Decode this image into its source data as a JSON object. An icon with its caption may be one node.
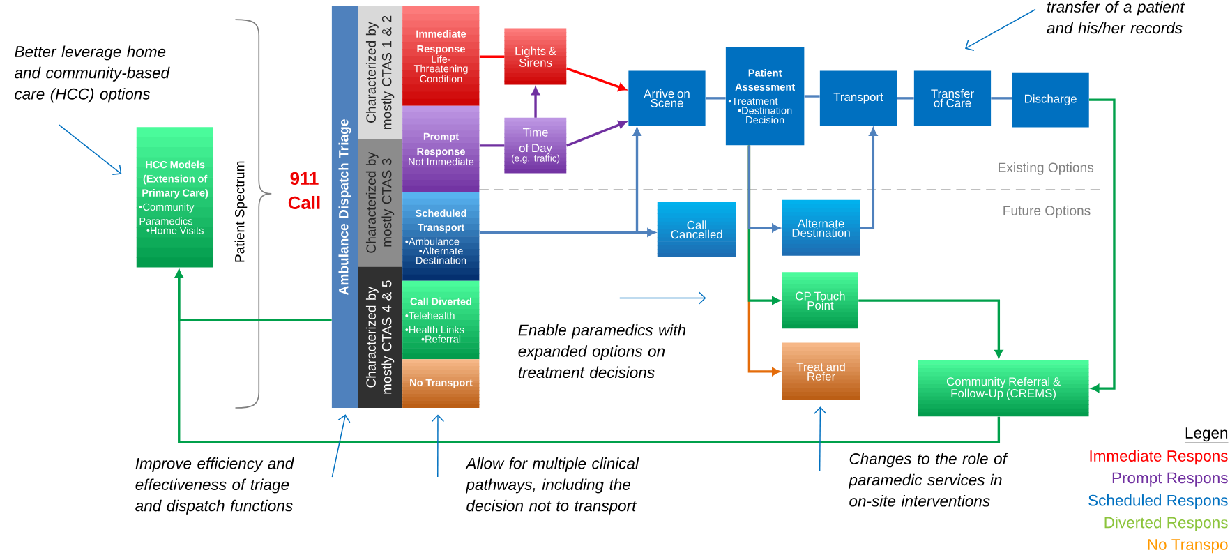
{
  "diagram": {
    "nodes": [
      {
        "text": [
          "Better leverage home and community-based care (HCC) options"
        ]
      },
      {
        "text": [
          "HCC Models (Extension of Primary Care)",
          "•Community Paramedics",
          "•Home Visits"
        ]
      },
      {
        "text": [
          "Ambulance Dispatch Triage"
        ]
      },
      {
        "text": [
          "Characterized by mostly CTAS 1 & 2"
        ]
      },
      {
        "text": [
          "Characterized by mostly CTAS 3"
        ]
      },
      {
        "text": [
          "Characterized by mostly CTAS 4 & 5"
        ]
      },
      {
        "text": [
          "Immediate Response",
          "Life-Threatening Condition"
        ]
      },
      {
        "text": [
          "Prompt Response",
          "Not Immediate"
        ]
      },
      {
        "text": [
          "Scheduled Transport",
          "•Ambulance",
          "•Alternate Destination"
        ]
      },
      {
        "text": [
          "Call Diverted",
          "•Telehealth",
          "•Health Links",
          "•Referral"
        ]
      },
      {
        "text": [
          "No Transport"
        ]
      },
      {
        "text": [
          "Lights & Sirens"
        ]
      },
      {
        "text": [
          "Time of Day",
          "(e.g. traffic)"
        ]
      },
      {
        "text": [
          "Arrive on Scene"
        ]
      },
      {
        "text": [
          "Patient Assessment",
          "•Treatment",
          "•Destination Decision"
        ]
      },
      {
        "text": [
          "Transport"
        ]
      },
      {
        "text": [
          "Transfer of Care"
        ]
      },
      {
        "text": [
          "Discharge"
        ]
      },
      {
        "text": [
          "Call Cancelled"
        ]
      },
      {
        "text": [
          "Alternate Destination"
        ]
      },
      {
        "text": [
          "CP Touch Point"
        ]
      },
      {
        "text": [
          "Treat and Refer"
        ]
      },
      {
        "text": [
          "Community Referral & Follow-Up (CREMS)"
        ]
      },
      {
        "text": [
          "Enable paramedics with expanded options on treatment decisions"
        ]
      },
      {
        "text": [
          "Improve efficiency and effectiveness of triage and dispatch functions"
        ]
      },
      {
        "text": [
          "Allow for multiple clinical pathways, including the decision not to transport"
        ]
      },
      {
        "text": [
          "Changes to the role of paramedic services in on-site interventions"
        ]
      },
      {
        "text": [
          "transfer of a patient and his/her records"
        ]
      }
    ],
    "edges": [
      {
        "from": 6,
        "to": 11,
        "arrow": "none",
        "color": "#ff0000"
      },
      {
        "from": 11,
        "to": 13,
        "arrow": "to",
        "color": "#ff0000"
      },
      {
        "from": 7,
        "to": 12,
        "arrow": "none",
        "color": "#7030a0"
      },
      {
        "from": 12,
        "to": 11,
        "arrow": "to",
        "color": "#7030a0"
      },
      {
        "from": 12,
        "to": 13,
        "arrow": "to",
        "color": "#7030a0"
      },
      {
        "from": 8,
        "to": 13,
        "arrow": "to"
      },
      {
        "from": 8,
        "to": 18,
        "arrow": "to"
      },
      {
        "from": 13,
        "to": 14,
        "arrow": "none"
      },
      {
        "from": 14,
        "to": 15,
        "arrow": "none"
      },
      {
        "from": 15,
        "to": 16,
        "arrow": "none"
      },
      {
        "from": 16,
        "to": 17,
        "arrow": "none"
      },
      {
        "from": 14,
        "to": 19,
        "arrow": "to"
      },
      {
        "from": 14,
        "to": 20,
        "arrow": "to",
        "color": "#00a04b"
      },
      {
        "from": 14,
        "to": 21,
        "arrow": "to",
        "color": "#e46c0a"
      },
      {
        "from": 19,
        "to": 15,
        "arrow": "to"
      },
      {
        "from": 20,
        "to": 22,
        "arrow": "to",
        "color": "#00a04b"
      },
      {
        "from": 17,
        "to": 22,
        "arrow": "to",
        "color": "#00a04b"
      },
      {
        "from": 2,
        "to": 1,
        "arrow": "to",
        "color": "#00a04b"
      },
      {
        "from": 22,
        "to": 1,
        "arrow": "to",
        "color": "#00a04b"
      },
      {
        "from": 0,
        "to": 1,
        "arrow": "to",
        "color": "#0070c0"
      },
      {
        "from": 24,
        "to": 2,
        "arrow": "to",
        "color": "#0070c0"
      },
      {
        "from": 25,
        "to": 10,
        "arrow": "to",
        "color": "#0070c0"
      },
      {
        "from": 26,
        "to": 21,
        "arrow": "to",
        "color": "#0070c0"
      },
      {
        "from": 27,
        "to": 16,
        "arrow": "to",
        "color": "#0070c0"
      }
    ],
    "labels": [
      "Patient Spectrum",
      "911 Call",
      "Existing Options",
      "Future Options",
      "Legen"
    ],
    "legend": [
      {
        "text": "Immediate Respons",
        "color": "#ff0000"
      },
      {
        "text": "Prompt Respons",
        "color": "#7030a0"
      },
      {
        "text": "Scheduled Respons",
        "color": "#0070c0"
      },
      {
        "text": "Diverted Respons",
        "color": "#8cc43c"
      },
      {
        "text": "No Transpo",
        "color": "#ff9900"
      }
    ]
  }
}
